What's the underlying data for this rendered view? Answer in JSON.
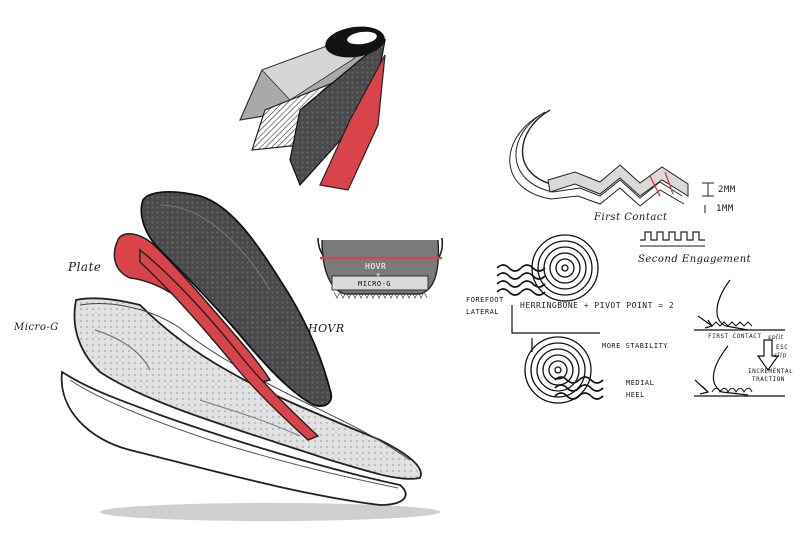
{
  "exploded_view": {
    "plate_label": "Plate",
    "hovr_label": "HOVR",
    "microg_label": "Micro-G"
  },
  "cross_section": {
    "hovr_text": "HOVR",
    "plus_text": "+",
    "microg_text": "MICRO-G"
  },
  "traction_detail": {
    "dim_top": "2MM",
    "dim_bottom": "1MM",
    "first_contact": "First Contact",
    "second_engagement": "Second Engagement"
  },
  "outsole_pattern": {
    "forefoot": "FOREFOOT",
    "lateral": "LATERAL",
    "herringbone": "HERRINGBONE + PIVOT POINT = 2",
    "more_stability": "MORE STABILITY",
    "medial": "MEDIAL",
    "heel": "HEEL"
  },
  "contact_steps": {
    "first_contact": "FIRST CONTACT",
    "split": "split",
    "esc": "ESC",
    "slip": "slip",
    "incremental_1": "INCREMENTAL",
    "incremental_2": "TRACTION"
  },
  "colors": {
    "accent_red": "#d9444a",
    "dark_gray": "#3a3a3c",
    "mid_gray": "#8a8a8a",
    "light_gray": "#d8d8d8"
  }
}
